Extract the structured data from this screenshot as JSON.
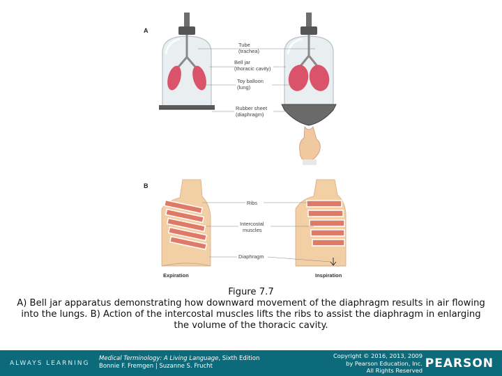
{
  "figure": {
    "panel_a": "A",
    "panel_b": "B",
    "labels_a": [
      "Tube",
      "(trachea)",
      "Bell jar",
      "(thoracic cavity)",
      "Toy balloon",
      "(lung)",
      "Rubber sheet",
      "(diaphragm)"
    ],
    "labels_b": [
      "Ribs",
      "Intercostal",
      "muscles",
      "Diaphragm"
    ],
    "caption_left": "Expiration",
    "caption_right": "Inspiration"
  },
  "caption": {
    "title": "Figure 7.7",
    "text": "A) Bell jar apparatus demonstrating how downward movement of the diaphragm results in air flowing into the lungs. B) Action of the intercostal muscles lifts the ribs to assist the diaphragm in enlarging the volume of the thoracic cavity."
  },
  "footer": {
    "tagline": "ALWAYS LEARNING",
    "book_title": "Medical Terminology: A Living Language",
    "book_edition": ", Sixth Edition",
    "authors": "Bonnie F. Fremgen | Suzanne S. Frucht",
    "copyright_1": "Copyright © 2016, 2013, 2009",
    "copyright_2": "by Pearson Education, Inc.",
    "copyright_3": "All Rights Reserved",
    "brand": "PEARSON"
  },
  "colors": {
    "footer_bg": "#0d6a7a",
    "lung": "#d9536a",
    "skin": "#f3cfa5",
    "muscle": "#e07a68"
  }
}
